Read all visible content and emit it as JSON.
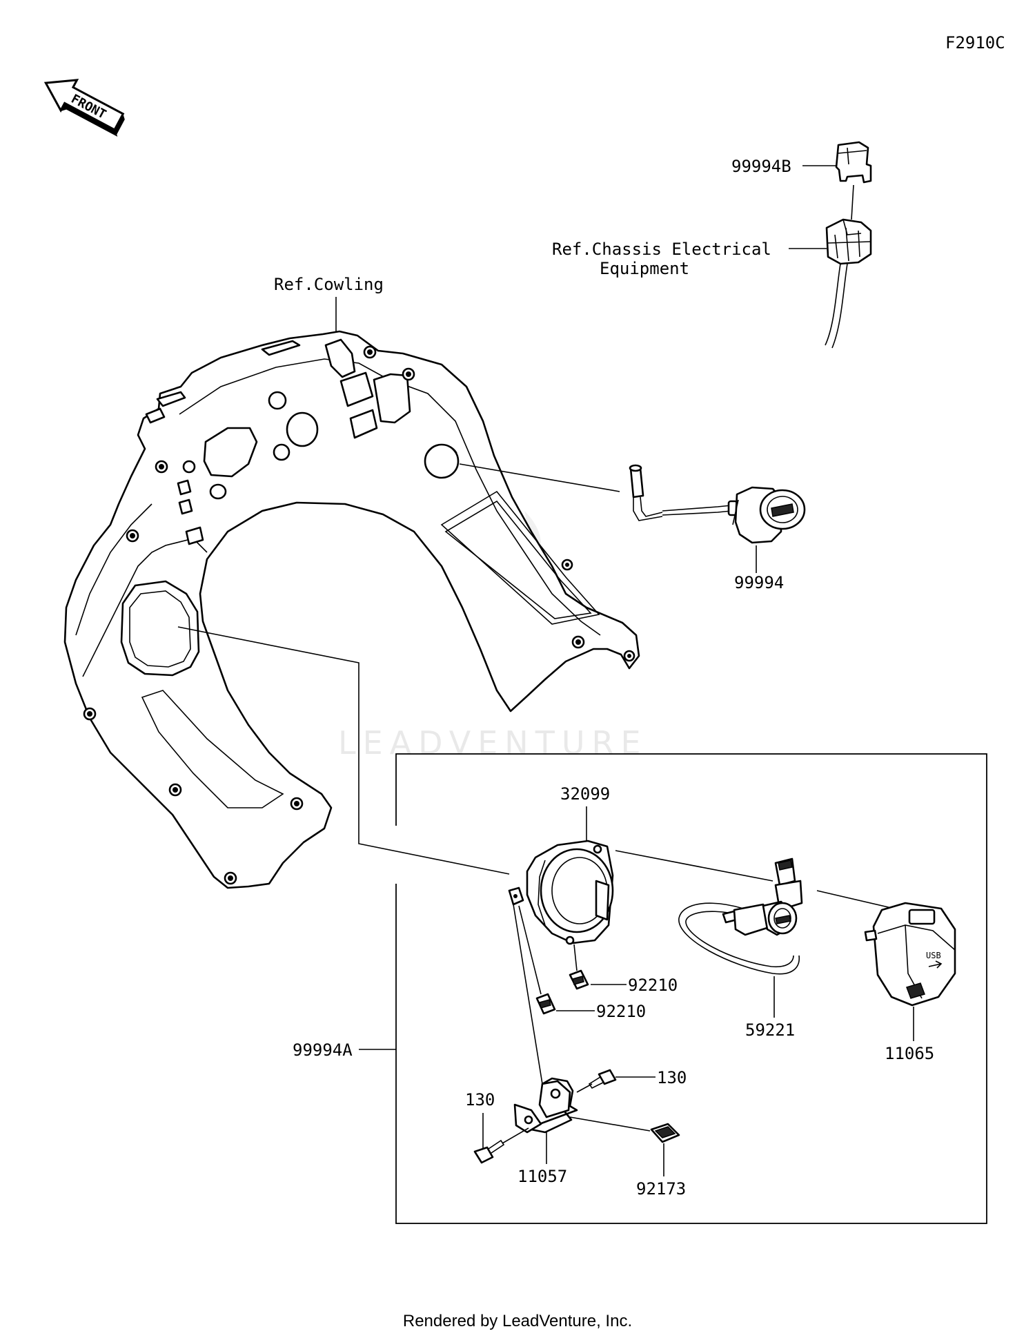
{
  "figure_code": "F2910C",
  "front_arrow_label": "FRONT",
  "watermark": "LEADVENTURE",
  "references": {
    "cowling": "Ref.Cowling",
    "chassis_line1": "Ref.Chassis Electrical",
    "chassis_line2": "Equipment"
  },
  "parts": {
    "relay": "99994B",
    "socket_assy": "99994",
    "kit": "99994A",
    "housing": "32099",
    "usb_harness": "59221",
    "usb_cover": "11065",
    "nut_upper": "92210",
    "nut_lower": "92210",
    "bolt_right": "130",
    "bolt_left": "130",
    "bracket": "11057",
    "clip": "92173"
  },
  "footer": "Rendered by LeadVenture, Inc."
}
